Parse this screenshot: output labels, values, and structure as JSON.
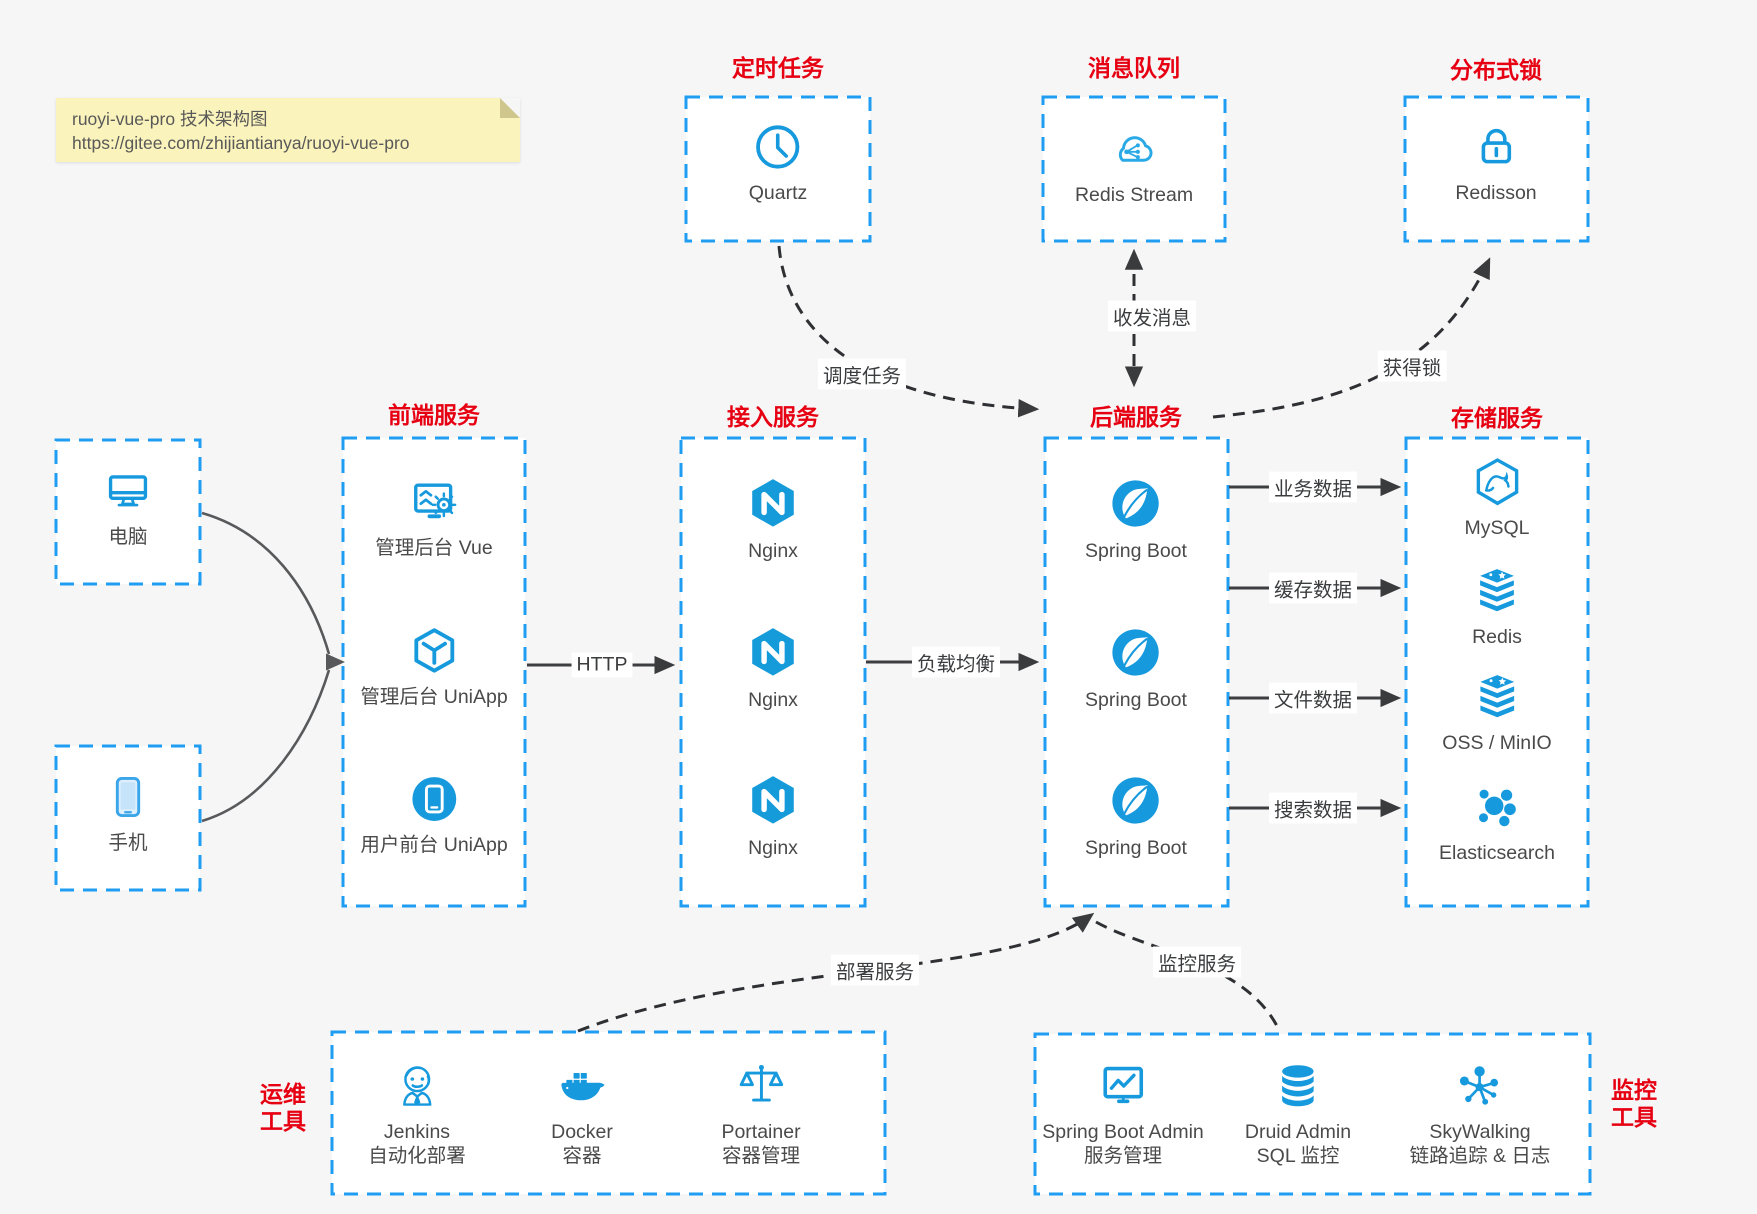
{
  "note": {
    "line1": "ruoyi-vue-pro 技术架构图",
    "line2": "https://gitee.com/zhijiantianya/ruoyi-vue-pro"
  },
  "colors": {
    "dashed_border_blue": "#1e9df2",
    "icon_blue": "#1699dd",
    "title_red": "#e60012",
    "line_dark": "#3d3e40",
    "note_yellow": "#faf3bb"
  },
  "top_groups": [
    {
      "title": "定时任务",
      "item": {
        "icon": "clock-icon",
        "label": "Quartz"
      }
    },
    {
      "title": "消息队列",
      "item": {
        "icon": "cloud-share-icon",
        "label": "Redis Stream"
      }
    },
    {
      "title": "分布式锁",
      "item": {
        "icon": "lock-icon",
        "label": "Redisson"
      }
    }
  ],
  "clients": [
    {
      "icon": "desktop-icon",
      "label": "电脑"
    },
    {
      "icon": "mobile-icon",
      "label": "手机"
    }
  ],
  "columns": [
    {
      "title": "前端服务",
      "items": [
        {
          "icon": "admin-vue-icon",
          "label": "管理后台 Vue"
        },
        {
          "icon": "uniapp-cube-icon",
          "label": "管理后台 UniApp"
        },
        {
          "icon": "user-app-icon",
          "label": "用户前台 UniApp"
        }
      ]
    },
    {
      "title": "接入服务",
      "items": [
        {
          "icon": "nginx-icon",
          "label": "Nginx"
        },
        {
          "icon": "nginx-icon",
          "label": "Nginx"
        },
        {
          "icon": "nginx-icon",
          "label": "Nginx"
        }
      ]
    },
    {
      "title": "后端服务",
      "items": [
        {
          "icon": "spring-boot-icon",
          "label": "Spring Boot"
        },
        {
          "icon": "spring-boot-icon",
          "label": "Spring Boot"
        },
        {
          "icon": "spring-boot-icon",
          "label": "Spring Boot"
        }
      ]
    },
    {
      "title": "存储服务",
      "items": [
        {
          "icon": "mysql-icon",
          "label": "MySQL"
        },
        {
          "icon": "redis-icon",
          "label": "Redis"
        },
        {
          "icon": "redis-icon",
          "label": "OSS / MinIO"
        },
        {
          "icon": "elasticsearch-icon",
          "label": "Elasticsearch"
        }
      ]
    }
  ],
  "bottom_groups": [
    {
      "title_lines": [
        "运维",
        "工具"
      ],
      "title_side": "left",
      "items": [
        {
          "icon": "jenkins-icon",
          "label": "Jenkins",
          "sublabel": "自动化部署"
        },
        {
          "icon": "docker-icon",
          "label": "Docker",
          "sublabel": "容器"
        },
        {
          "icon": "portainer-icon",
          "label": "Portainer",
          "sublabel": "容器管理"
        }
      ]
    },
    {
      "title_lines": [
        "监控",
        "工具"
      ],
      "title_side": "right",
      "items": [
        {
          "icon": "spring-boot-admin-icon",
          "label": "Spring Boot Admin",
          "sublabel": "服务管理"
        },
        {
          "icon": "druid-icon",
          "label": "Druid Admin",
          "sublabel": "SQL 监控"
        },
        {
          "icon": "skywalking-icon",
          "label": "SkyWalking",
          "sublabel": "链路追踪 & 日志"
        }
      ]
    }
  ],
  "edges": {
    "http": "HTTP",
    "load_balance": "负载均衡",
    "schedule": "调度任务",
    "message": "收发消息",
    "lock": "获得锁",
    "business_data": "业务数据",
    "cache_data": "缓存数据",
    "file_data": "文件数据",
    "search_data": "搜索数据",
    "deploy": "部署服务",
    "monitor": "监控服务"
  }
}
